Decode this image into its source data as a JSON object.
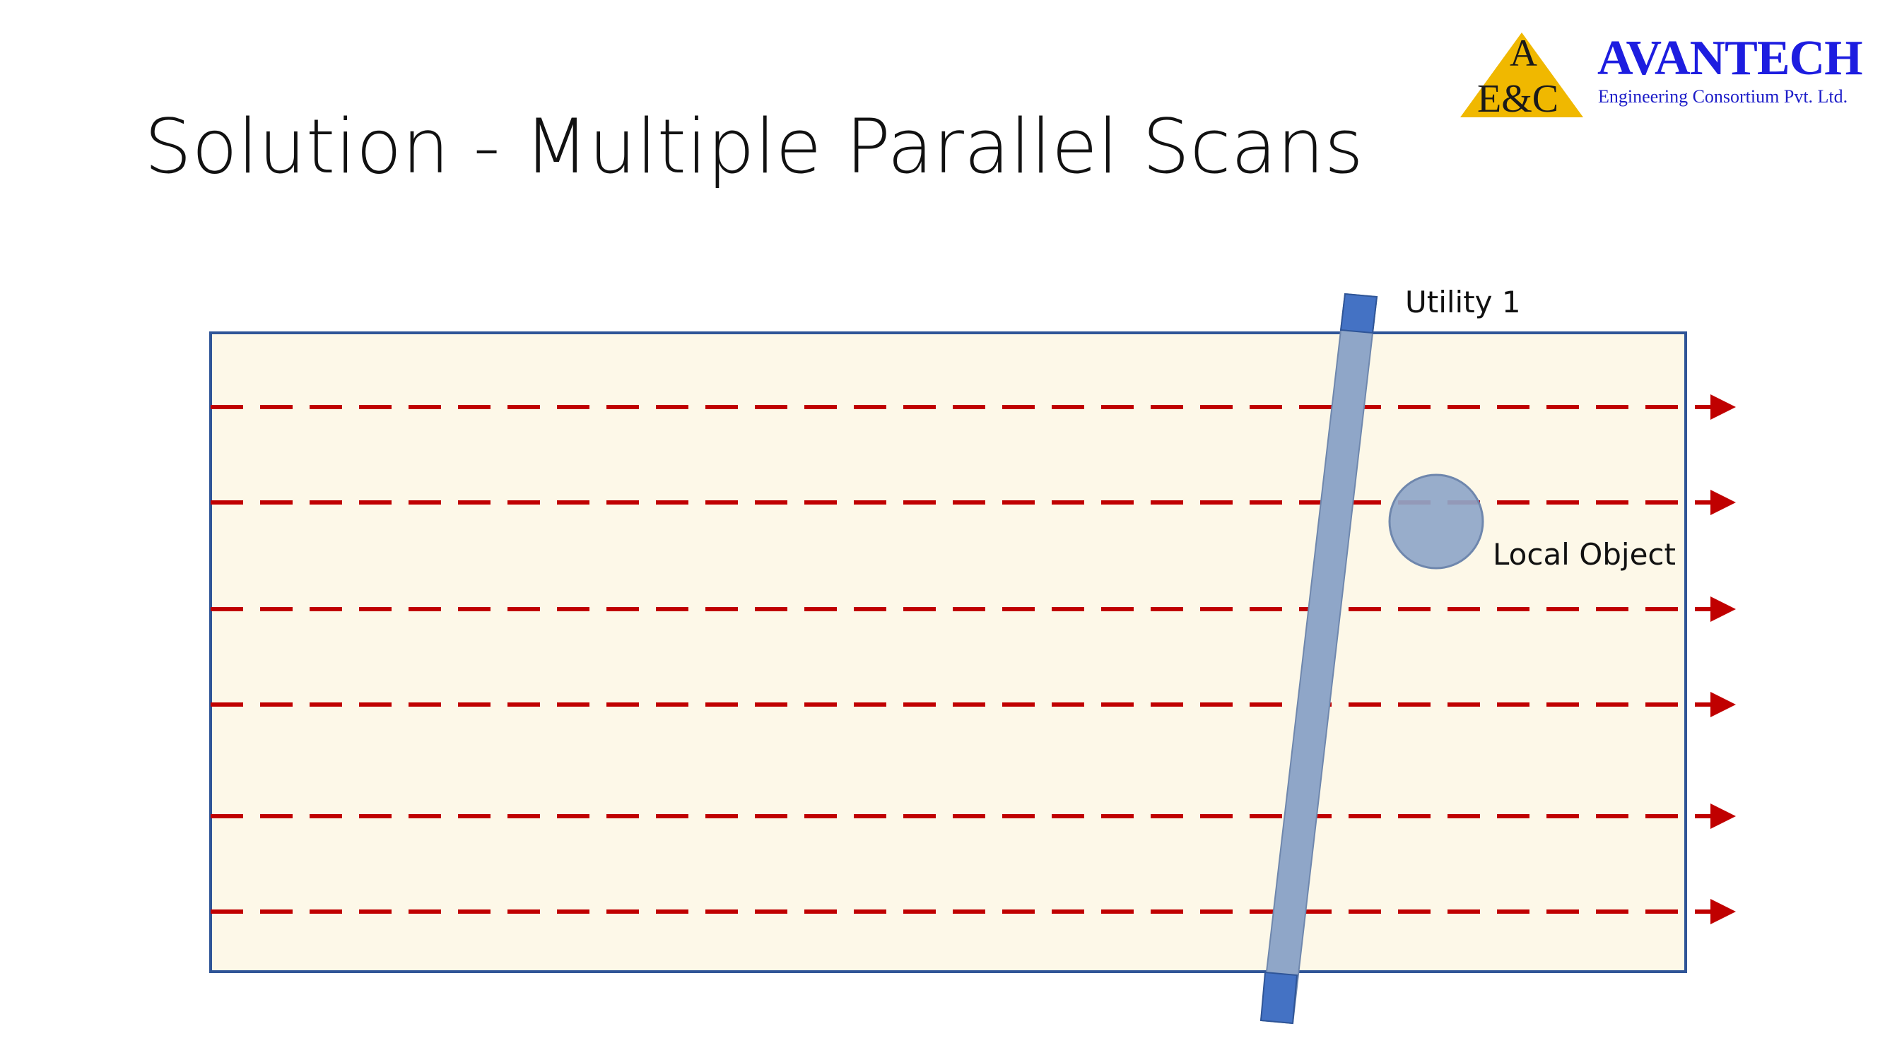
{
  "slide": {
    "title": "Solution - Multiple Parallel Scans"
  },
  "logo": {
    "mark_top_letter": "A",
    "mark_bottom_letters": "E&C",
    "company_name": "AVANTECH",
    "tagline": "Engineering Consortium Pvt. Ltd.",
    "colors": {
      "triangle": "#f0b800",
      "company_name": "#1d1de0"
    }
  },
  "diagram": {
    "utility_label": "Utility 1",
    "object_label": "Local Object",
    "scan_line_count": 6,
    "colors": {
      "survey_area_fill": "#fdf8e8",
      "survey_area_border": "#2f5597",
      "scan_line": "#c00000",
      "utility_pipe": "#8fa6c8",
      "utility_pipe_ends": "#4472c4",
      "local_object": "#8fa6c8"
    }
  }
}
